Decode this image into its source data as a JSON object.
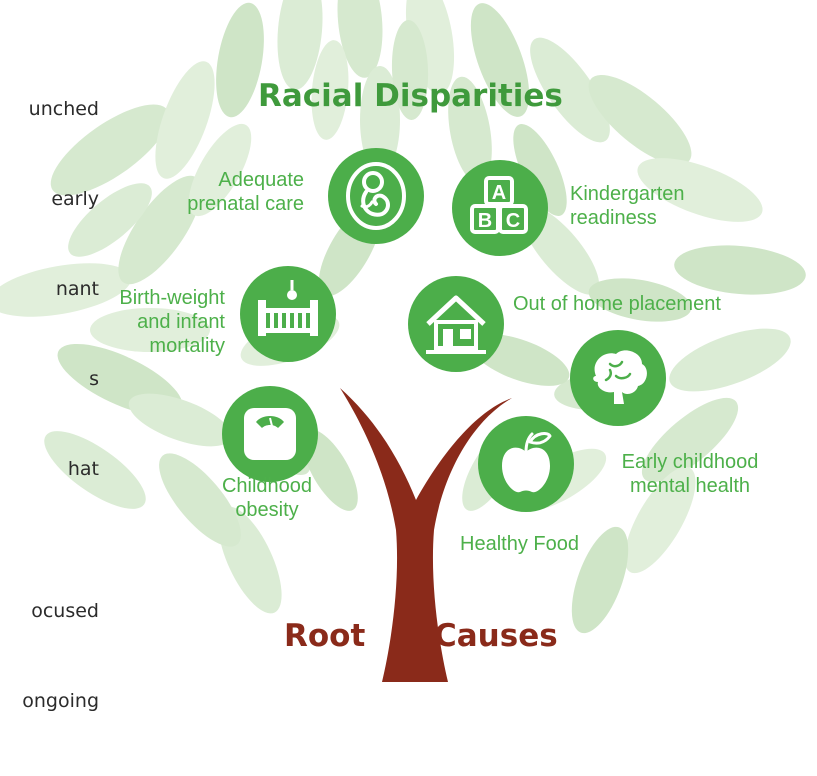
{
  "background_text": {
    "top_fragments": [
      "unched",
      "early",
      "nant",
      "s",
      "hat"
    ],
    "bottom_fragments": [
      "ocused",
      "ongoing"
    ]
  },
  "title": "Racial Disparities",
  "root": {
    "left": "Root",
    "right": "Causes"
  },
  "items": [
    {
      "id": "prenatal",
      "lines": [
        "Adequate",
        "prenatal care"
      ],
      "icon": "fetus-icon"
    },
    {
      "id": "kindergarten",
      "lines": [
        "Kindergarten",
        "readiness"
      ],
      "icon": "abc-blocks-icon"
    },
    {
      "id": "birthweight",
      "lines": [
        "Birth-weight",
        "and infant",
        "mortality"
      ],
      "icon": "crib-icon"
    },
    {
      "id": "placement",
      "lines": [
        "Out of home placement"
      ],
      "icon": "house-icon"
    },
    {
      "id": "mental",
      "lines": [
        "Early childhood",
        "mental health"
      ],
      "icon": "brain-icon"
    },
    {
      "id": "obesity",
      "lines": [
        "Childhood",
        "obesity"
      ],
      "icon": "scale-icon"
    },
    {
      "id": "food",
      "lines": [
        "Healthy Food"
      ],
      "icon": "apple-icon"
    }
  ],
  "colors": {
    "icon_green": "#4cae4a",
    "label_green": "#4db04a",
    "title_green": "#3f9a3c",
    "leaf": "#d8ead2",
    "trunk": "#8a2a1a"
  }
}
